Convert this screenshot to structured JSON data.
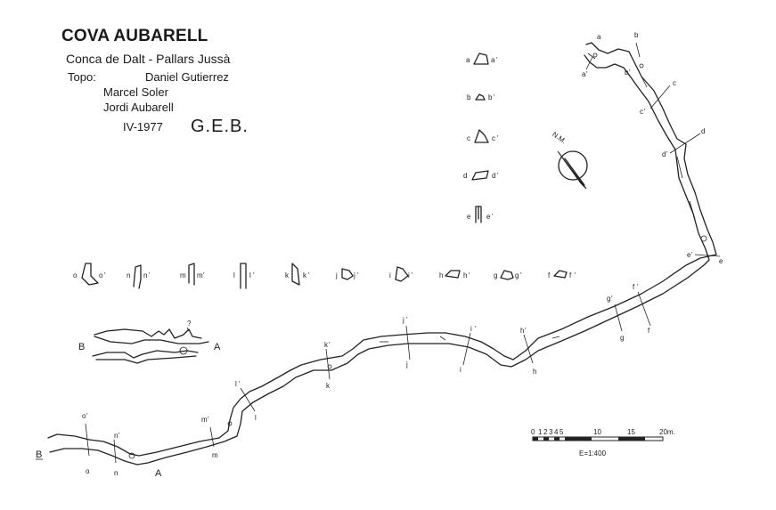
{
  "title": "COVA AUBARELL",
  "subtitle": "Conca de Dalt - Pallars Jussà",
  "credits": {
    "topo_label": "Topo:",
    "authors": [
      "Daniel Gutierrez",
      "Marcel Soler",
      "Jordi Aubarell"
    ]
  },
  "date": "IV-1977",
  "club": "G.E.B.",
  "north_label": "N.M.",
  "scale": {
    "ticks": [
      "0",
      "1",
      "2",
      "3",
      "4",
      "5",
      "10",
      "15",
      "20m."
    ],
    "ratio": "E=1:400"
  },
  "profile_labels": {
    "left": "B",
    "right": "A",
    "unknown": "?"
  },
  "plan_end_labels": {
    "entrance": "A",
    "end": "B"
  },
  "section_letters": [
    "a",
    "b",
    "c",
    "d",
    "e",
    "f",
    "g",
    "h",
    "i",
    "j",
    "k",
    "l",
    "m",
    "n",
    "o"
  ],
  "section_prime_suffix": "'"
}
